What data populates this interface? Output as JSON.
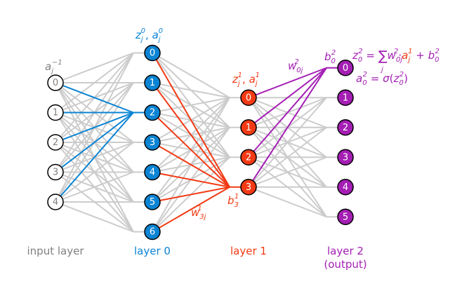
{
  "colors": {
    "edge": "#cccccc",
    "input": "#808080",
    "layer0": "#0a84d4",
    "layer1": "#f23a14",
    "layer2": "#a41eb4",
    "node_stroke": "#000000"
  },
  "layers": [
    {
      "id": "input",
      "label": "input layer",
      "label2": "",
      "node_count": 5,
      "node_labels": [
        "0",
        "1",
        "2",
        "3",
        "4"
      ],
      "activation_label": {
        "base": "a",
        "sub": "j",
        "sup": "−1"
      },
      "filled": false
    },
    {
      "id": "layer0",
      "label": "layer 0",
      "label2": "",
      "node_count": 7,
      "node_labels": [
        "0",
        "1",
        "2",
        "3",
        "4",
        "5",
        "6"
      ],
      "activation_label": {
        "z_base": "z",
        "a_base": "a",
        "sub": "j",
        "sup": "0",
        "sep": ", "
      },
      "filled": true,
      "highlight_node": 2
    },
    {
      "id": "layer1",
      "label": "layer 1",
      "label2": "",
      "node_count": 4,
      "node_labels": [
        "0",
        "1",
        "2",
        "3"
      ],
      "activation_label": {
        "z_base": "z",
        "a_base": "a",
        "sub": "j",
        "sup": "1",
        "sep": ", "
      },
      "filled": true,
      "highlight_node": 3,
      "bias_label": {
        "base": "b",
        "sub": "3",
        "sup": "1"
      },
      "weight_label": {
        "base": "w",
        "sub": "3j",
        "sup": "1"
      }
    },
    {
      "id": "layer2",
      "label": "layer 2",
      "label2": "(output)",
      "node_count": 6,
      "node_labels": [
        "0",
        "1",
        "2",
        "3",
        "4",
        "5"
      ],
      "filled": true,
      "highlight_node": 0,
      "bias_label": {
        "base": "b",
        "sub": "0",
        "sup": "2"
      },
      "weight_label": {
        "base": "w",
        "sub": "0j",
        "sup": "2"
      }
    }
  ],
  "formula": {
    "z_line": {
      "lhs": "z",
      "lhs_sub": "0",
      "lhs_sup": "2",
      "eq": " = ",
      "sum": "∑",
      "sum_sub": "j",
      "w": "w",
      "w_sub": "0j",
      "w_sup": "2",
      "dot": "·",
      "a": "a",
      "a_sub": "j",
      "a_sup": "1",
      "plus": " + ",
      "b": "b",
      "b_sub": "0",
      "b_sup": "2"
    },
    "a_line": {
      "lhs": "a",
      "lhs_sub": "0",
      "lhs_sup": "2",
      "eq": " = ",
      "sigma": "σ",
      "open": "(",
      "z": "z",
      "z_sub": "0",
      "z_sup": "2",
      "close": ")"
    }
  }
}
